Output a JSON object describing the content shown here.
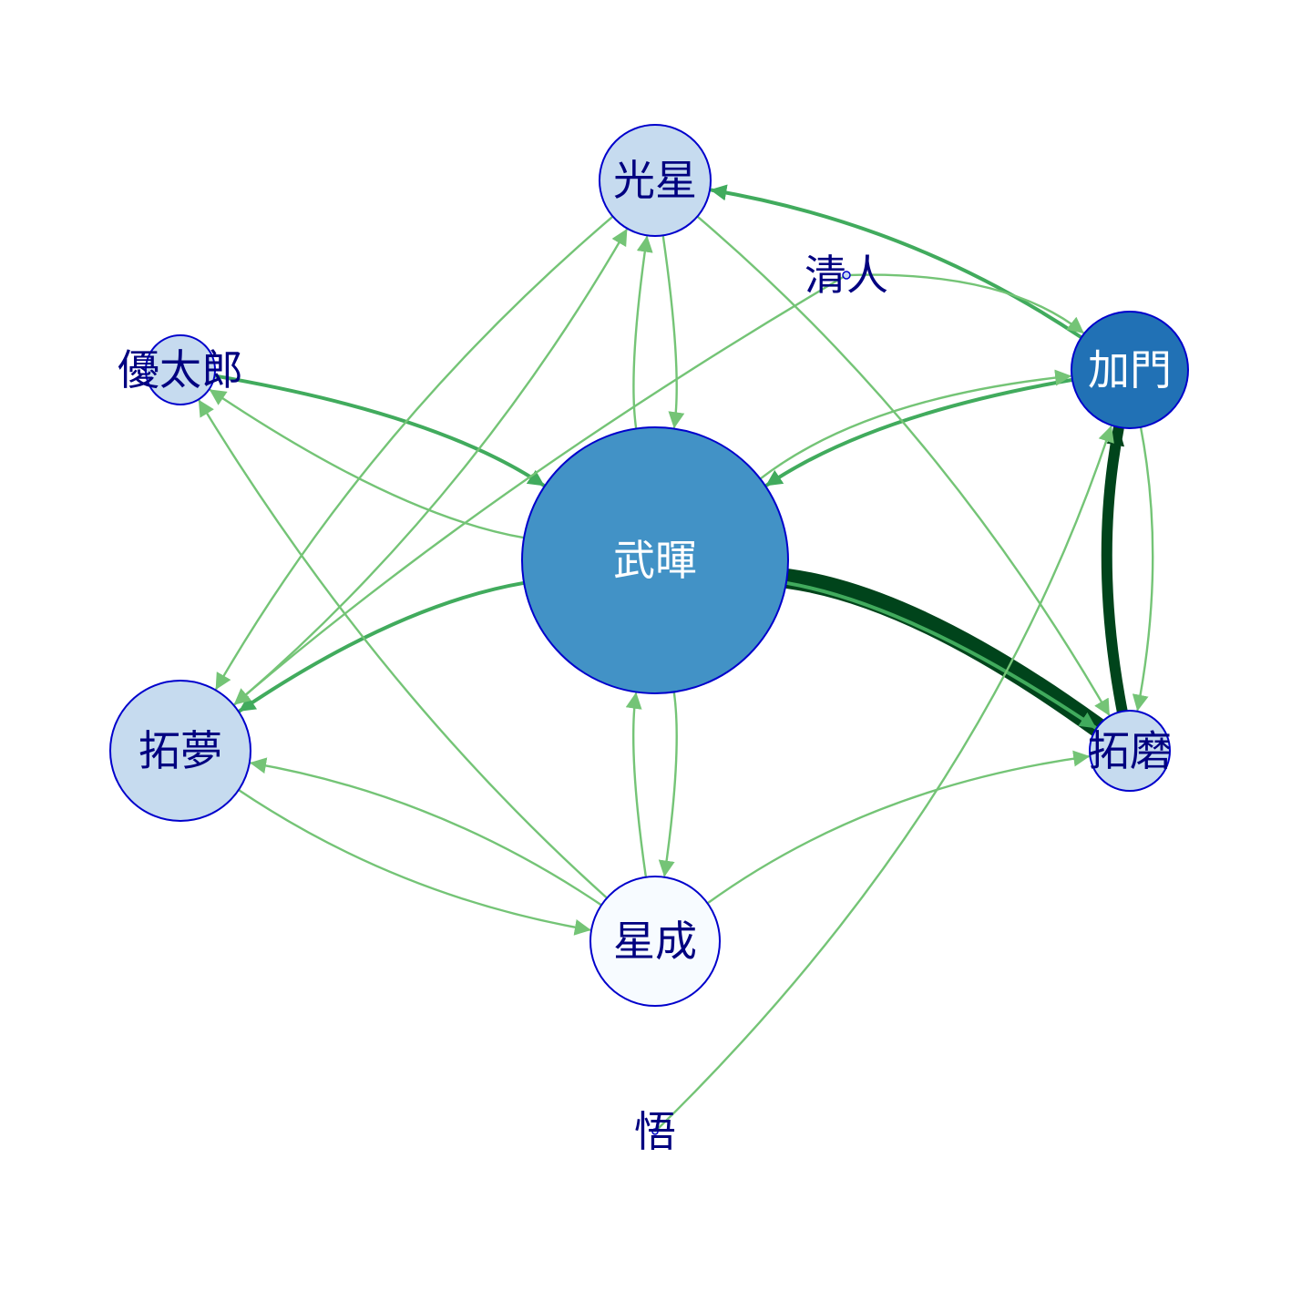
{
  "colors": {
    "node_border": "#0000cc",
    "label_dark": "#000080",
    "label_light": "#ffffff",
    "edge_light": "#74c476",
    "edge_mid": "#41ab5d",
    "edge_dark": "#00441b",
    "fill_lightest": "#f7fbff",
    "fill_light": "#c6dbef",
    "fill_mid": "#4292c6",
    "fill_dark": "#2171b5"
  },
  "nodes": [
    {
      "id": "wuhui",
      "label": "武暉",
      "fill": "#4292c6",
      "label_color": "#ffffff",
      "shown": true
    },
    {
      "id": "guangxing",
      "label": "光星",
      "fill": "#c6dbef",
      "label_color": "#000080",
      "shown": true
    },
    {
      "id": "jiamen",
      "label": "加門",
      "fill": "#2171b5",
      "label_color": "#ffffff",
      "shown": true
    },
    {
      "id": "tuomo",
      "label": "拓磨",
      "fill": "#c6dbef",
      "label_color": "#000080",
      "shown": true
    },
    {
      "id": "xingcheng",
      "label": "星成",
      "fill": "#f7fbff",
      "label_color": "#000080",
      "shown": true
    },
    {
      "id": "tuomeng",
      "label": "拓夢",
      "fill": "#c6dbef",
      "label_color": "#000080",
      "shown": true
    },
    {
      "id": "youtailang",
      "label": "優太郎",
      "fill": "#c6dbef",
      "label_color": "#000080",
      "shown": true
    },
    {
      "id": "qingren",
      "label": "清人",
      "fill": "#c6dbef",
      "label_color": "#000080",
      "shown": false
    },
    {
      "id": "wu",
      "label": "悟",
      "fill": "#c6dbef",
      "label_color": "#000080",
      "shown": false
    }
  ],
  "edges": [
    {
      "from": "tuomo",
      "to": "wuhui",
      "weight": 5
    },
    {
      "from": "tuomo",
      "to": "jiamen",
      "weight": 4
    },
    {
      "from": "wuhui",
      "to": "tuomo",
      "weight": 2
    },
    {
      "from": "jiamen",
      "to": "tuomo",
      "weight": 1
    },
    {
      "from": "jiamen",
      "to": "wuhui",
      "weight": 2
    },
    {
      "from": "wuhui",
      "to": "jiamen",
      "weight": 1
    },
    {
      "from": "jiamen",
      "to": "guangxing",
      "weight": 2
    },
    {
      "from": "youtailang",
      "to": "wuhui",
      "weight": 2
    },
    {
      "from": "wuhui",
      "to": "youtailang",
      "weight": 1
    },
    {
      "from": "wuhui",
      "to": "tuomeng",
      "weight": 2
    },
    {
      "from": "guangxing",
      "to": "wuhui",
      "weight": 1
    },
    {
      "from": "wuhui",
      "to": "guangxing",
      "weight": 1
    },
    {
      "from": "wuhui",
      "to": "xingcheng",
      "weight": 1
    },
    {
      "from": "xingcheng",
      "to": "wuhui",
      "weight": 1
    },
    {
      "from": "guangxing",
      "to": "tuomeng",
      "weight": 1
    },
    {
      "from": "tuomeng",
      "to": "guangxing",
      "weight": 1
    },
    {
      "from": "guangxing",
      "to": "tuomo",
      "weight": 1
    },
    {
      "from": "xingcheng",
      "to": "tuomo",
      "weight": 1
    },
    {
      "from": "xingcheng",
      "to": "tuomeng",
      "weight": 1
    },
    {
      "from": "tuomeng",
      "to": "xingcheng",
      "weight": 1
    },
    {
      "from": "xingcheng",
      "to": "youtailang",
      "weight": 1
    },
    {
      "from": "qingren",
      "to": "tuomeng",
      "weight": 1
    },
    {
      "from": "qingren",
      "to": "jiamen",
      "weight": 1
    },
    {
      "from": "wu",
      "to": "jiamen",
      "weight": 1
    }
  ]
}
